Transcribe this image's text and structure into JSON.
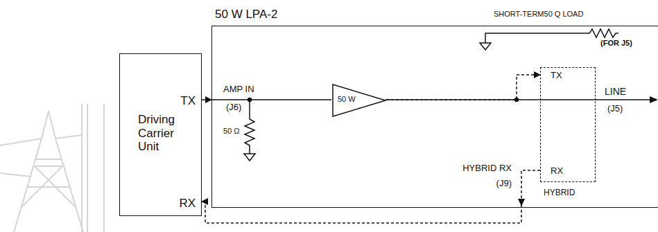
{
  "diagram": {
    "nodes": [
      {
        "text": [
          "Driving Carrier Unit",
          "TX",
          "RX"
        ]
      },
      {
        "text": [
          "50 W LPA-2"
        ]
      },
      {
        "text": [
          "50 W"
        ],
        "in": 1
      },
      {
        "text": [
          "TX",
          "RX",
          "HYBRID"
        ],
        "in": 1
      }
    ],
    "edges": [
      {
        "from": 0,
        "to": 1,
        "arrow": "to"
      },
      {
        "from": 2,
        "to": 3,
        "arrow": "to"
      },
      {
        "from": 3,
        "to": 0,
        "arrow": "to"
      }
    ],
    "labels": [
      "AMP IN",
      "(J6)",
      "50 Ω",
      "SHORT-TERM50 Q LOAD",
      "(FOR J5)",
      "LINE",
      "(J5)",
      "HYBRID RX",
      "(J9)"
    ]
  }
}
